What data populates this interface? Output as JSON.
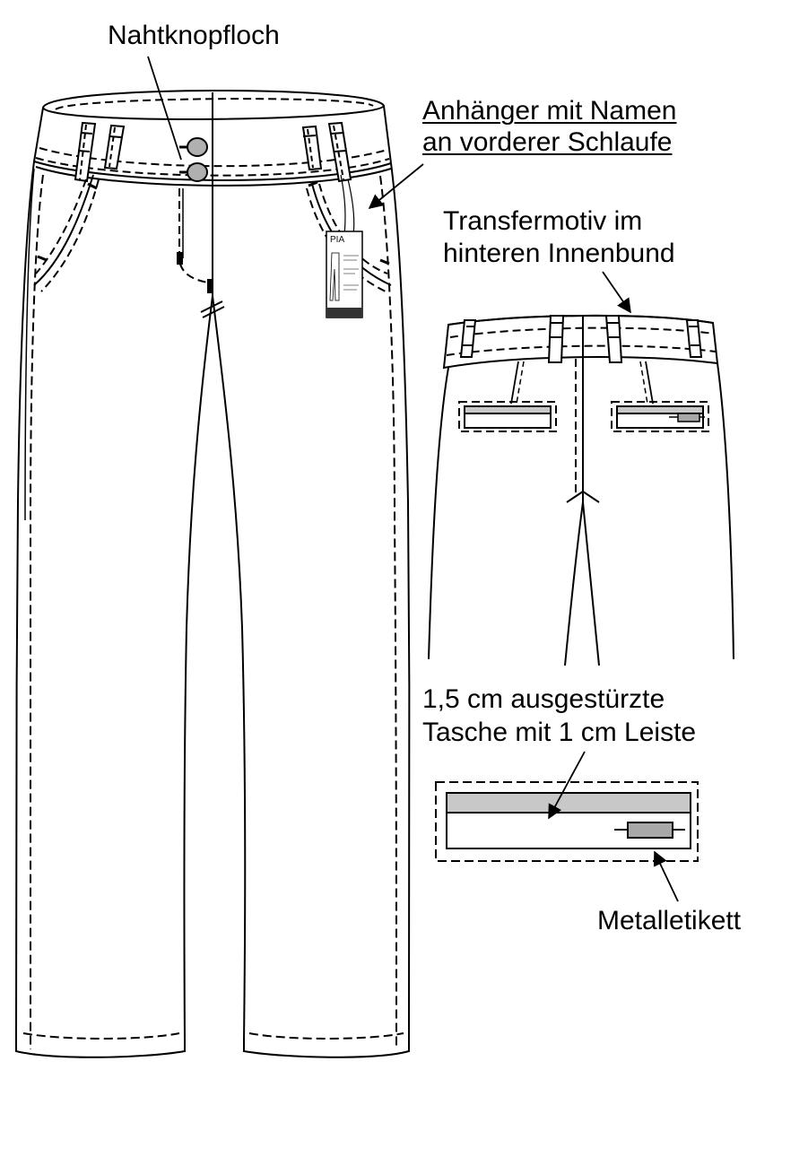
{
  "labels": {
    "buttonhole": "Nahtknopfloch",
    "hangtag_line1": "Anhänger mit Namen",
    "hangtag_line2": "an vorderer Schlaufe",
    "transfer_line1": "Transfermotiv im",
    "transfer_line2": "hinteren Innenbund",
    "pocket_line1": "1,5 cm ausgestürzte",
    "pocket_line2": "Tasche mit 1 cm Leiste",
    "metal_label": "Metalletikett"
  },
  "hangtag": {
    "name": "PIA"
  },
  "colors": {
    "line": "#000000",
    "button_fill": "#b0b0b0",
    "welt_fill": "#c8c8c8",
    "metal_fill": "#a8a8a8",
    "tag_band": "#333333"
  }
}
